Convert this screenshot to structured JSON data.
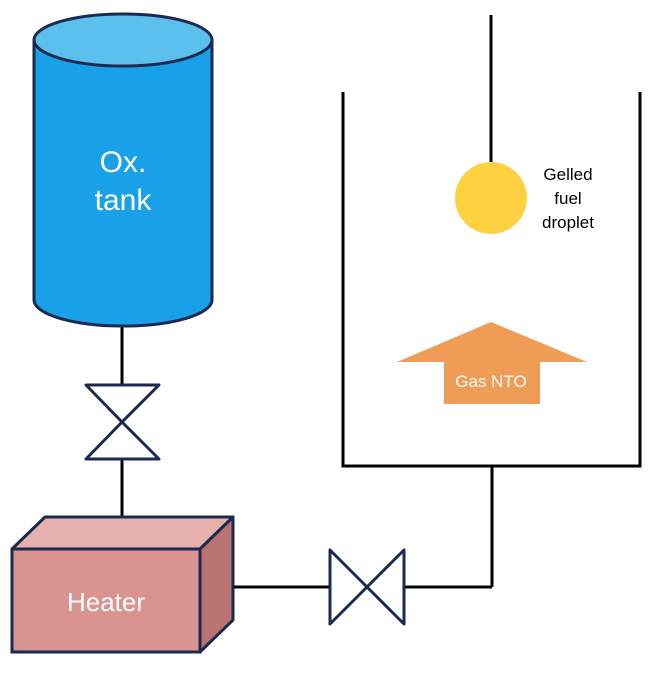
{
  "tank": {
    "label_line1": "Ox.",
    "label_line2": "tank",
    "fill": "#18A1E8",
    "top_fill": "#5CC0EF",
    "stroke": "#1B2A4E"
  },
  "heater": {
    "label": "Heater",
    "front_fill": "#D99391",
    "top_fill": "#E6B0AE",
    "side_fill": "#B97472",
    "stroke": "#1B2A4E"
  },
  "droplet": {
    "label_line1": "Gelled",
    "label_line2": "fuel",
    "label_line3": "droplet",
    "fill": "#FDD13F"
  },
  "flow_arrow": {
    "label": "Gas NTO",
    "fill": "#EE9C56"
  },
  "line_color": "#000000",
  "valve_stroke": "#1B2A4E"
}
